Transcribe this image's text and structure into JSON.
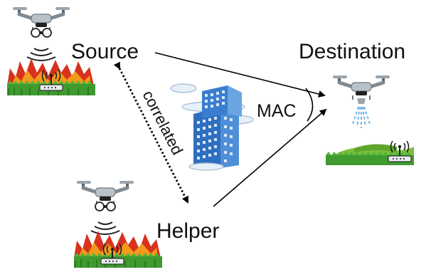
{
  "labels": {
    "source": "Source",
    "destination": "Destination",
    "helper": "Helper",
    "mac": "MAC",
    "correlated": "correlated"
  },
  "icons": {
    "drone": "drone-icon",
    "wifi": "wifi-signal-icon",
    "fire_field": "burning-field-icon",
    "grass_field": "grass-field-icon",
    "building": "skyscraper-icon",
    "spray": "water-spray-icon"
  },
  "colors": {
    "fire_red": "#d8321e",
    "fire_orange": "#f39a1b",
    "grass": "#3f9a2f",
    "building_blue": "#3a7ed0",
    "line": "#000000"
  }
}
